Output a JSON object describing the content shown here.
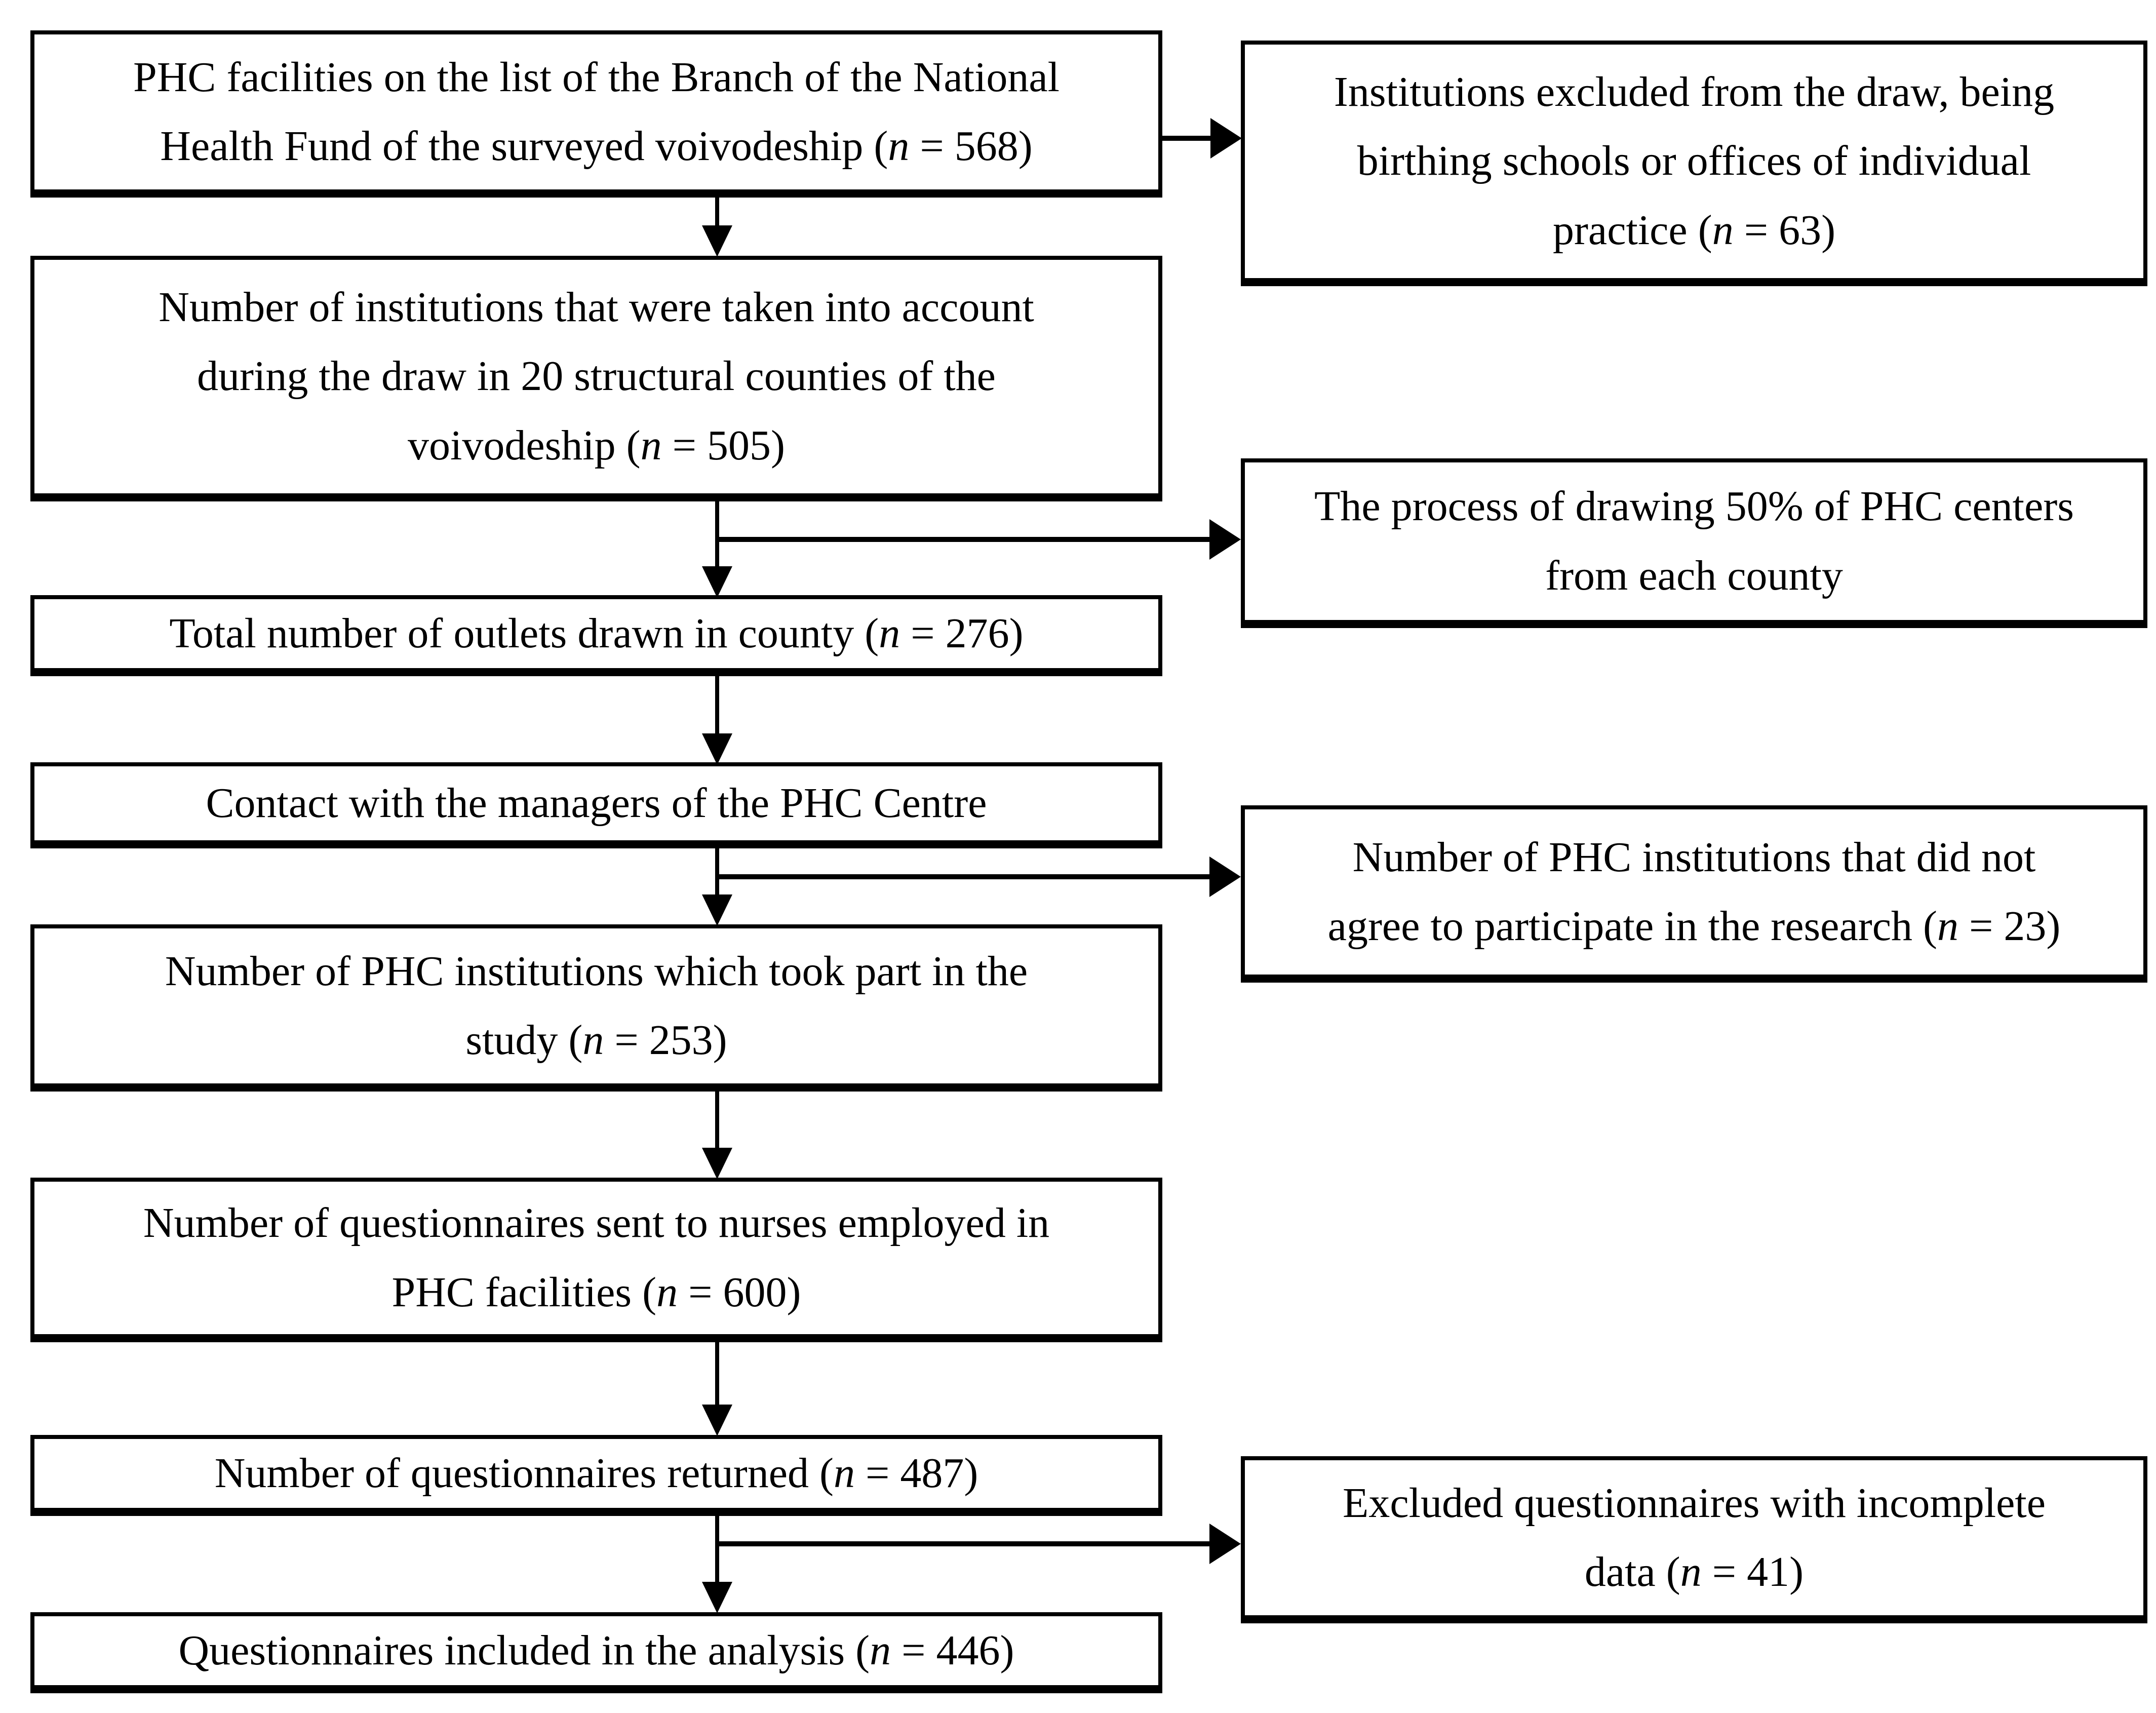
{
  "figure": {
    "background_color": "#ffffff",
    "line_color": "#000000",
    "type": "study-recruitment-flowchart"
  },
  "main_flow": [
    {
      "text": "PHC facilities on the list of the Branch of the National\nHealth Fund of the surveyed voivodeship (n = 568)"
    },
    {
      "text": "Number of institutions that were taken into account\nduring the draw in 20 structural counties of the\nvoivodeship (n = 505)"
    },
    {
      "text": "Total number of outlets drawn in county (n = 276)"
    },
    {
      "text": "Contact with the managers of the PHC Centre"
    },
    {
      "text": "Number of PHC institutions which took part in the\nstudy (n = 253)"
    },
    {
      "text": "Number of questionnaires sent to nurses employed in\nPHC facilities (n = 600)"
    },
    {
      "text": "Number of questionnaires returned (n = 487)"
    },
    {
      "text": "Questionnaires included in the analysis (n = 446)"
    }
  ],
  "side_branches": [
    {
      "text": "Institutions excluded from the draw, being\nbirthing schools or offices of individual\npractice (n = 63)"
    },
    {
      "text": "The process of drawing 50% of PHC centers\nfrom each county"
    },
    {
      "text": "Number of PHC institutions that did not\nagree to participate in the research (n = 23)"
    },
    {
      "text": "Excluded questionnaires with incomplete\ndata (n = 41)"
    }
  ]
}
